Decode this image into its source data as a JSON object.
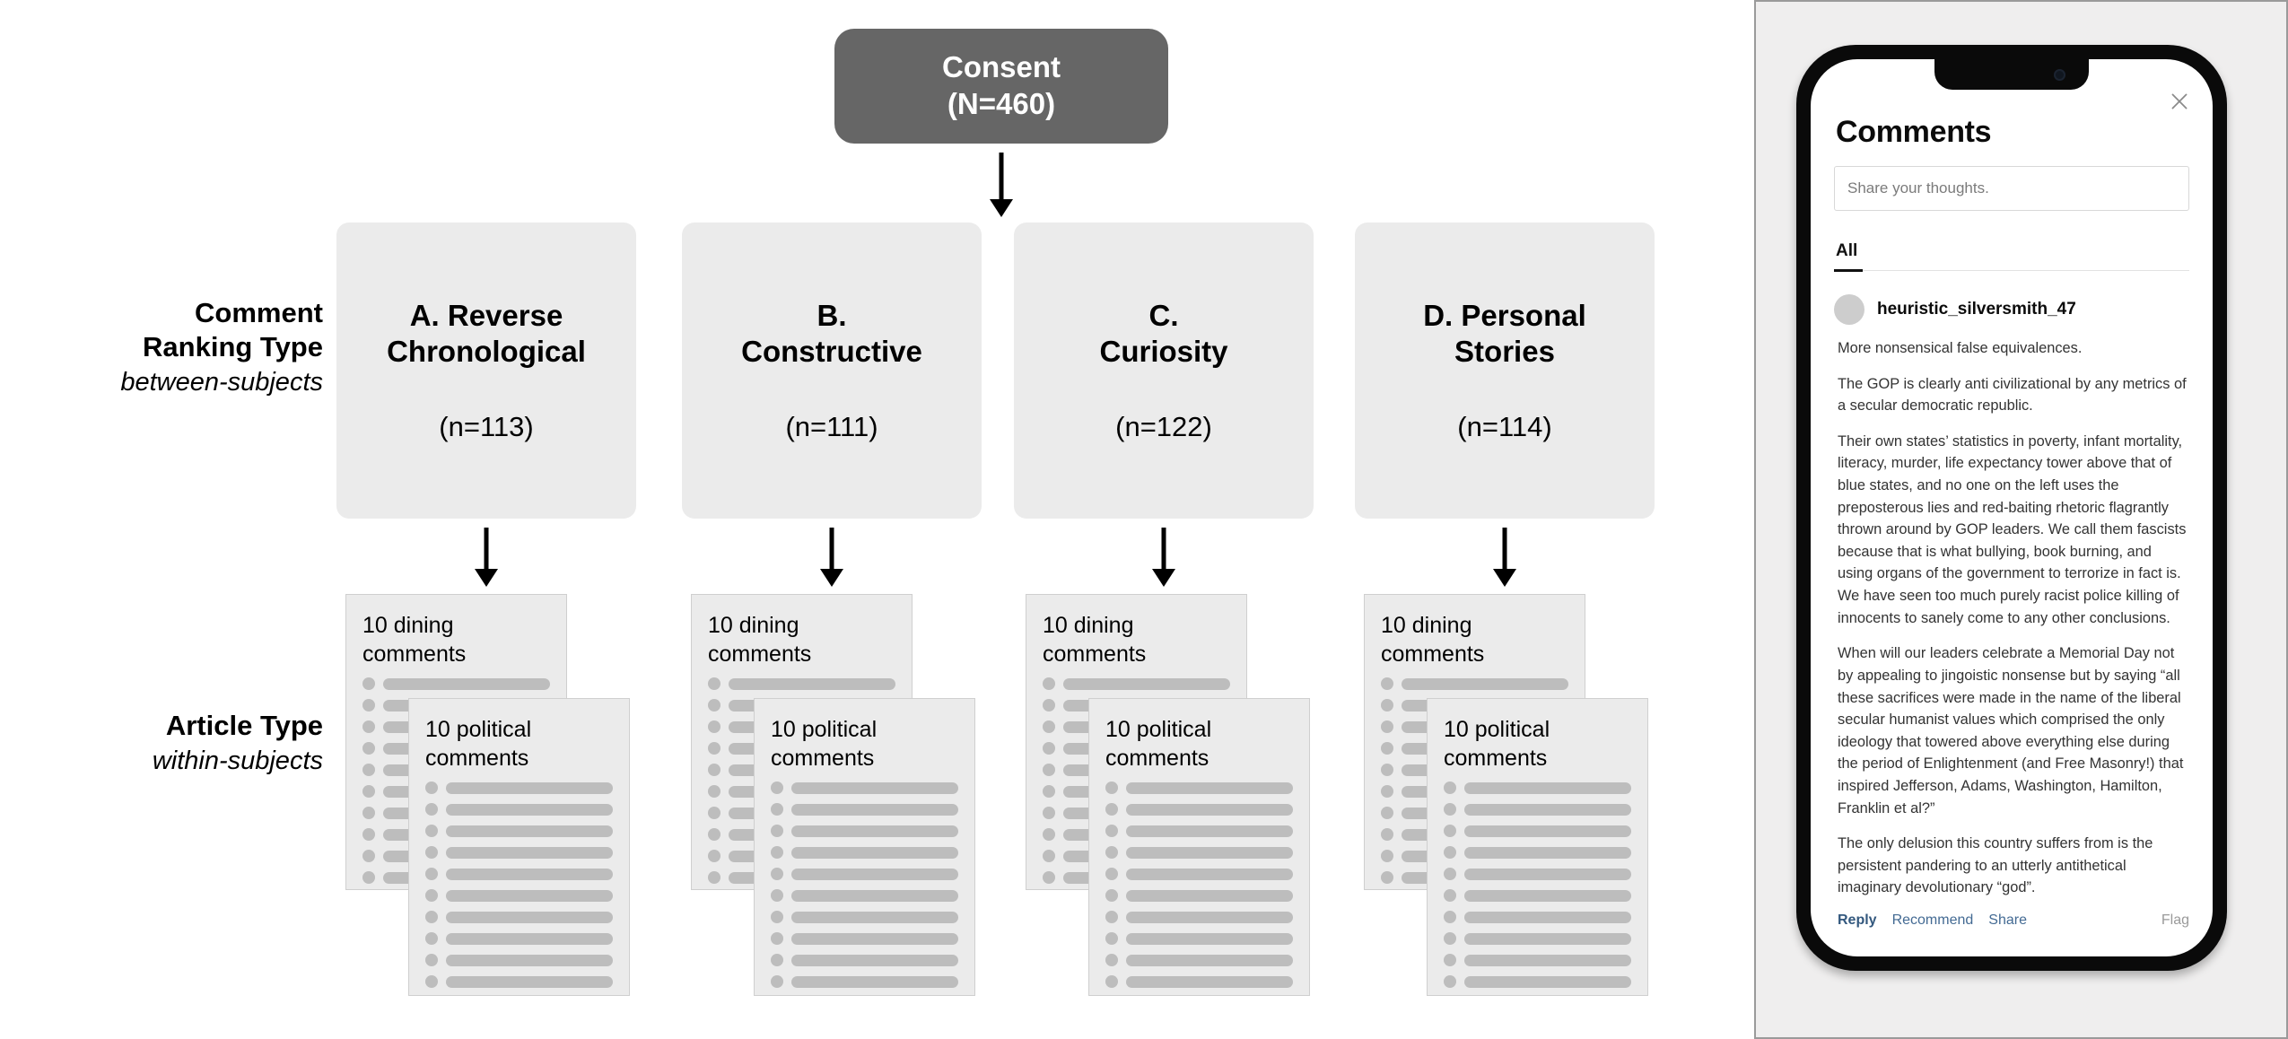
{
  "diagram": {
    "consent": {
      "title": "Consent",
      "n_label": "(N=460)"
    },
    "row_labels": {
      "ranking": {
        "main": "Comment\nRanking Type",
        "sub": "between-subjects"
      },
      "article": {
        "main": "Article Type",
        "sub": "within-subjects"
      }
    },
    "conditions": [
      {
        "title": "A. Reverse\nChronological",
        "n": "(n=113)"
      },
      {
        "title": "B.\nConstructive",
        "n": "(n=111)"
      },
      {
        "title": "C.\nCuriosity",
        "n": "(n=122)"
      },
      {
        "title": "D. Personal\nStories",
        "n": "(n=114)"
      }
    ],
    "article_cards": {
      "back_title": "10 dining\ncomments",
      "front_title": "10 political\ncomments",
      "rows": 10
    },
    "colors": {
      "consent_fill": "#666666",
      "condition_fill": "#ebebeb",
      "card_fill": "#ebebeb",
      "card_line": "#bdbdbd",
      "arrow": "#000000"
    }
  },
  "phone": {
    "close_icon": "close-icon",
    "title": "Comments",
    "share_placeholder": "Share your thoughts.",
    "tabs": [
      {
        "label": "All",
        "selected": true
      }
    ],
    "comment": {
      "username": "heuristic_silversmith_47",
      "paragraphs": [
        "More nonsensical false equivalences.",
        "The GOP is clearly anti civilizational by any metrics of a secular democratic republic.",
        "Their own states’ statistics in poverty, infant mortality, literacy, murder, life expectancy tower above that of blue states, and no one on the left uses the preposterous lies and red-baiting rhetoric flagrantly thrown around by GOP leaders. We call them fascists because that is what bullying, book burning, and using organs of the government to terrorize in fact is. We have seen too much purely racist police killing of innocents to sanely come to any other conclusions.",
        "When will our leaders celebrate a Memorial Day not by appealing to jingoistic nonsense but by saying “all these sacrifices were made in the name of the liberal secular humanist values which comprised the only ideology that towered above everything else during the period of Enlightenment (and Free Masonry!) that inspired Jefferson, Adams, Washington, Hamilton, Franklin et al?”",
        "The only delusion this country suffers from is the persistent pandering to an utterly antithetical imaginary devolutionary  “god”."
      ],
      "actions": {
        "reply": "Reply",
        "recommend": "Recommend",
        "share": "Share",
        "flag": "Flag"
      }
    },
    "colors": {
      "panel_bg": "#efeeee",
      "link": "#436a93",
      "link_primary": "#33587e",
      "flag": "#9a9a9a"
    }
  }
}
